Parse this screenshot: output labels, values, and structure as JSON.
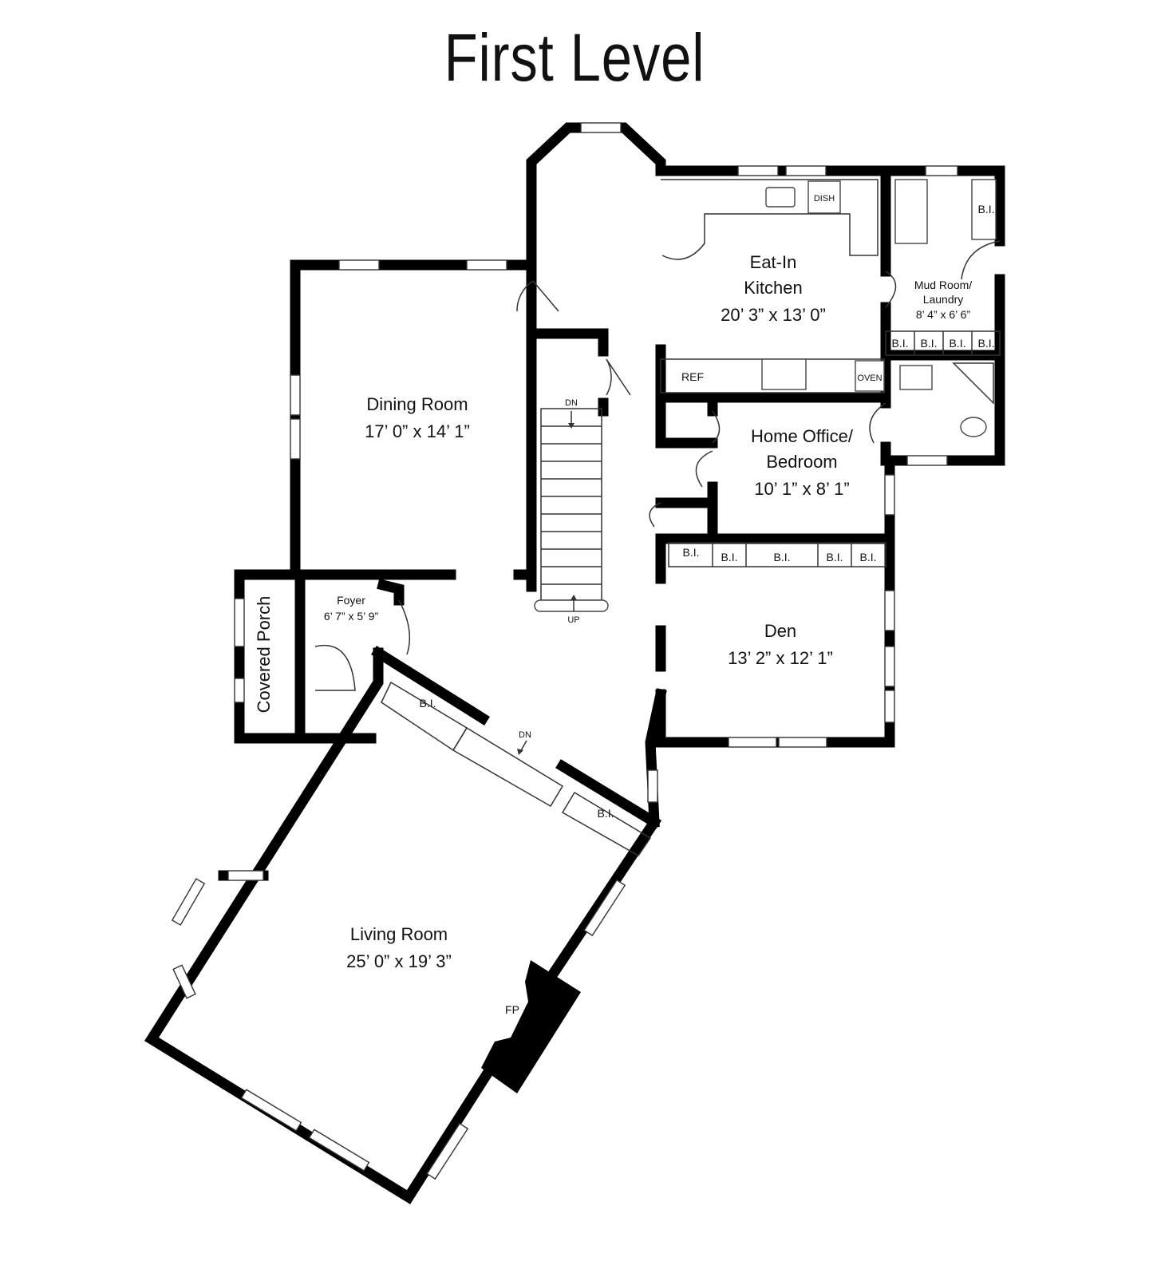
{
  "title": "First Level",
  "rooms": {
    "kitchen": {
      "name_line1": "Eat-In",
      "name_line2": "Kitchen",
      "size": "20’ 3” x 13’ 0”"
    },
    "mud": {
      "name_line1": "Mud Room/",
      "name_line2": "Laundry",
      "size": "8’ 4” x 6’ 6”"
    },
    "dining": {
      "name": "Dining Room",
      "size": "17’ 0” x 14’ 1”"
    },
    "office": {
      "name_line1": "Home Office/",
      "name_line2": "Bedroom",
      "size": "10’ 1” x 8’ 1”"
    },
    "den": {
      "name": "Den",
      "size": "13’ 2” x 12’ 1”"
    },
    "foyer": {
      "name": "Foyer",
      "size": "6’ 7” x 5’ 9”"
    },
    "porch": {
      "name": "Covered Porch"
    },
    "living": {
      "name": "Living Room",
      "size": "25’ 0” x 19’ 3”"
    }
  },
  "labels": {
    "builtin": "B.I.",
    "dish": "DISH",
    "ref": "REF",
    "oven": "OVEN",
    "down": "DN",
    "up": "UP",
    "fireplace": "FP"
  }
}
